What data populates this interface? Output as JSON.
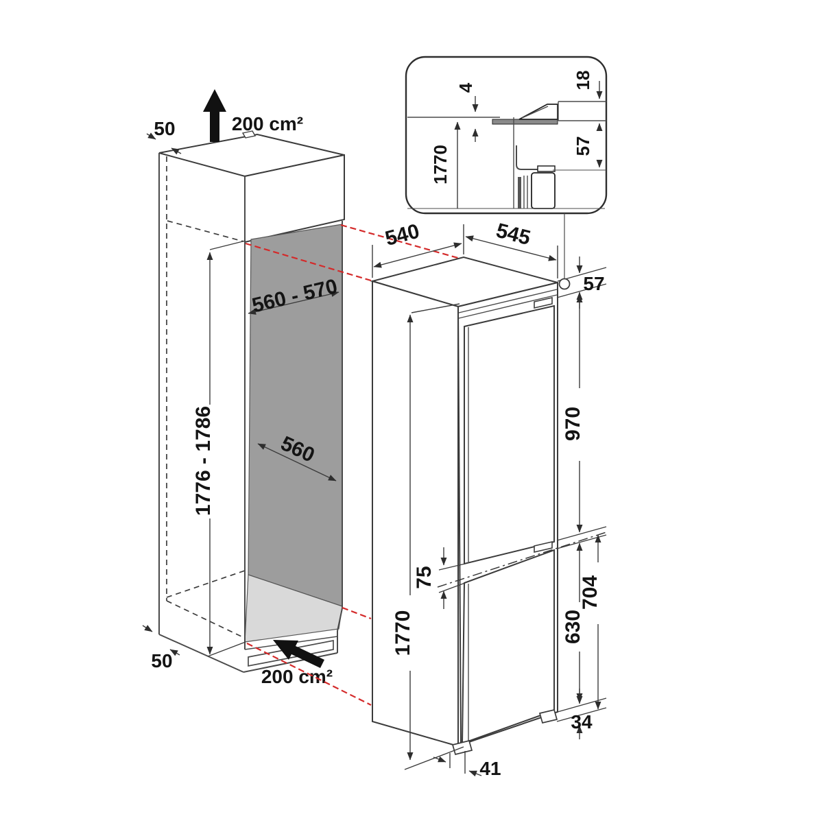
{
  "diagram": {
    "labels": {
      "top_gap": "50",
      "top_vent": "200 cm²",
      "fit_width": "560 - 570",
      "fit_height": "1776 - 1786",
      "fit_depth": "560",
      "bottom_gap": "50",
      "bottom_vent": "200 cm²",
      "depth_top": "540",
      "width_top": "545",
      "top_edge": "57",
      "upper_door": "970",
      "door_gap": "75",
      "lower_section": "704",
      "lower_door": "630",
      "height": "1770",
      "foot": "34",
      "recess": "41",
      "detail_gap": "4",
      "detail_height": "1770",
      "detail_step": "18",
      "detail_offset": "57"
    },
    "colors": {
      "line": "#3b3b3b",
      "red_projection": "#d42a2a",
      "niche_wall_gray": "#9d9d9d",
      "niche_floor_gray": "#d9d9d9",
      "arrow_black": "#111111"
    }
  }
}
